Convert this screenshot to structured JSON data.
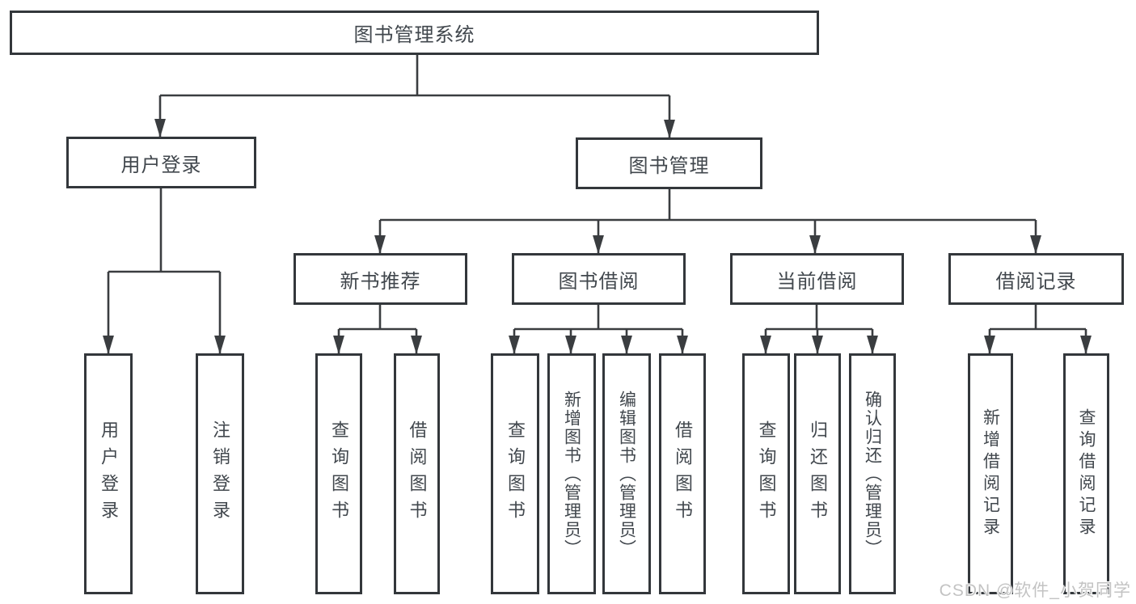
{
  "diagram": {
    "title": "图书管理系统",
    "type": "hierarchy-tree",
    "colors": {
      "background": "#ffffff",
      "box_border": "#33373b",
      "connector_line": "#3a3d40",
      "text": "#41474d",
      "watermark_text": "#c3c3c3"
    },
    "root": {
      "label": "图书管理系统",
      "children": [
        {
          "label": "用户登录",
          "children": [
            {
              "label": "用户登录"
            },
            {
              "label": "注销登录"
            }
          ]
        },
        {
          "label": "图书管理",
          "children": [
            {
              "label": "新书推荐",
              "children": [
                {
                  "label": "查询图书"
                },
                {
                  "label": "借阅图书"
                }
              ]
            },
            {
              "label": "图书借阅",
              "children": [
                {
                  "label": "查询图书"
                },
                {
                  "label": "新增图书（管理员）"
                },
                {
                  "label": "编辑图书（管理员）"
                },
                {
                  "label": "借阅图书"
                }
              ]
            },
            {
              "label": "当前借阅",
              "children": [
                {
                  "label": "查询图书"
                },
                {
                  "label": "归还图书"
                },
                {
                  "label": "确认归还（管理员）"
                }
              ]
            },
            {
              "label": "借阅记录",
              "children": [
                {
                  "label": "新增借阅记录"
                },
                {
                  "label": "查询借阅记录"
                }
              ]
            }
          ]
        }
      ]
    },
    "watermark": {
      "text": "CSDN @软件_小贺同学"
    }
  }
}
